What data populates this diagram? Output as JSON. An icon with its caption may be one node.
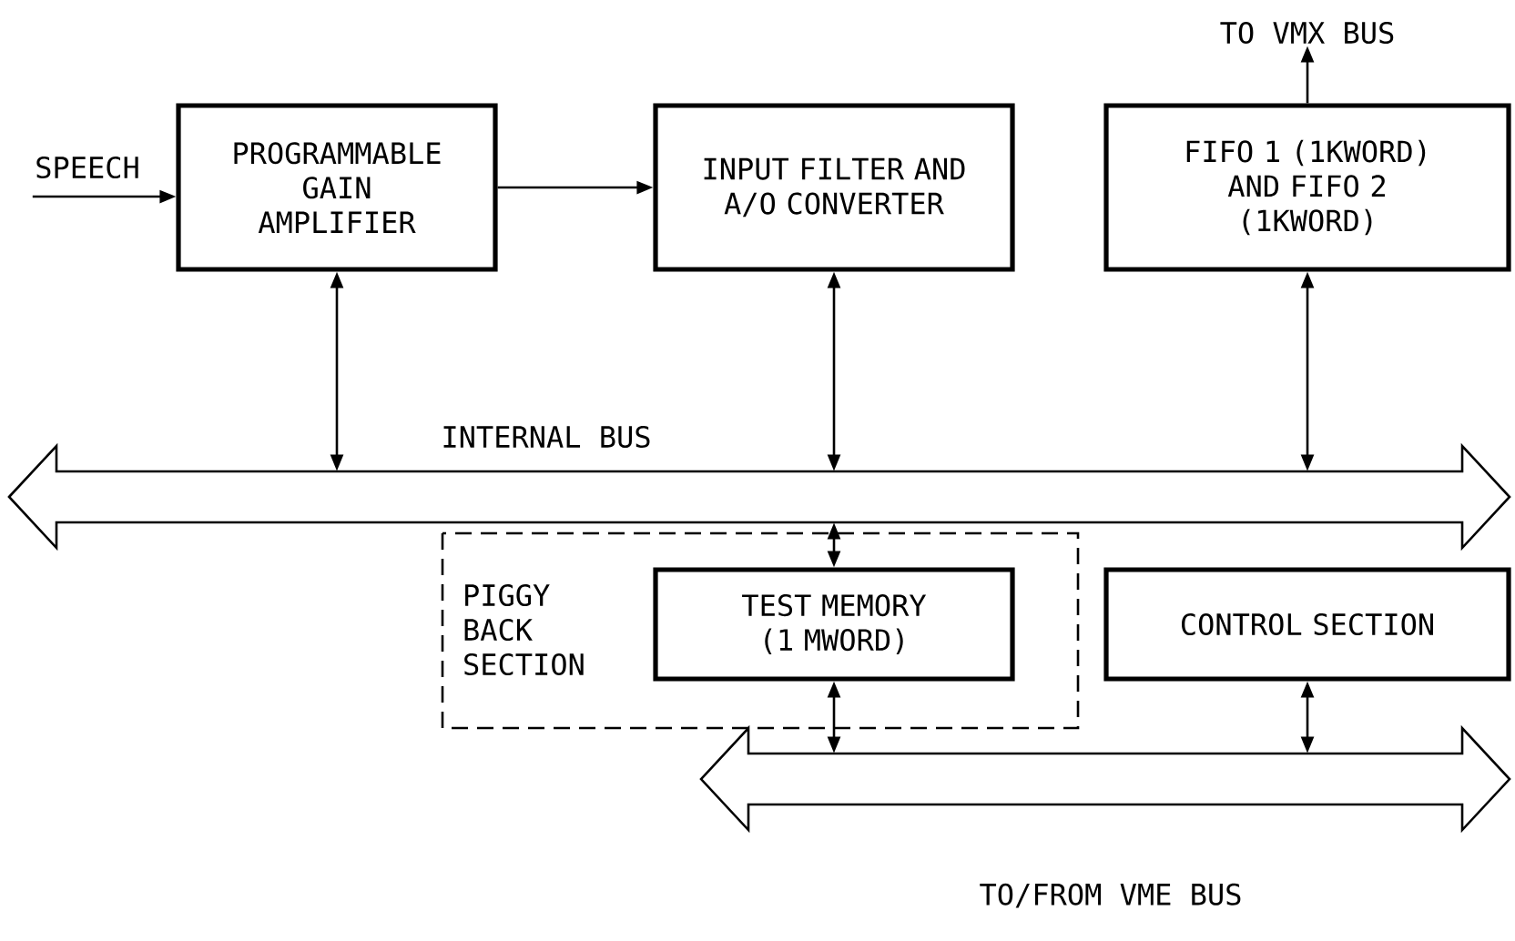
{
  "diagram": {
    "nodes": [
      {
        "text": [
          "SPEECH"
        ]
      },
      {
        "text": [
          "PROGRAMMABLE GAIN AMPLIFIER"
        ]
      },
      {
        "text": [
          "INPUT FILTER AND A/O CONVERTER"
        ]
      },
      {
        "text": [
          "FIFO 1 (1KWORD) AND FIFO 2 (1KWORD)"
        ]
      },
      {
        "text": [
          "TO VMX BUS"
        ]
      },
      {
        "text": [
          "INTERNAL BUS"
        ]
      },
      {
        "text": [
          "PIGGY BACK SECTION"
        ]
      },
      {
        "text": [
          "TEST MEMORY (1 MWORD)"
        ],
        "in": 6
      },
      {
        "text": [
          "CONTROL SECTION"
        ]
      },
      {
        "text": [
          "TO/FROM VME BUS"
        ]
      }
    ],
    "edges": [
      {
        "from": 0,
        "to": 1,
        "arrow": "to"
      },
      {
        "from": 1,
        "to": 2,
        "arrow": "to"
      },
      {
        "from": 3,
        "to": 4,
        "arrow": "to"
      },
      {
        "from": 1,
        "to": 5,
        "arrow": "both"
      },
      {
        "from": 2,
        "to": 5,
        "arrow": "both"
      },
      {
        "from": 3,
        "to": 5,
        "arrow": "both"
      },
      {
        "from": 5,
        "to": 7,
        "arrow": "both"
      },
      {
        "from": 7,
        "to": 9,
        "arrow": "both"
      },
      {
        "from": 8,
        "to": 9,
        "arrow": "both"
      }
    ]
  }
}
